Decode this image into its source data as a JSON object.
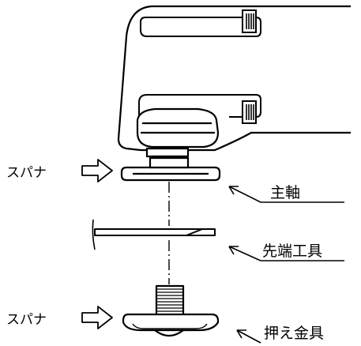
{
  "labels": {
    "spanner_top": "スパナ",
    "spanner_bottom": "スパナ",
    "spindle": "主軸",
    "tip_tool": "先端工具",
    "clamp_fitting": "押え金具"
  }
}
